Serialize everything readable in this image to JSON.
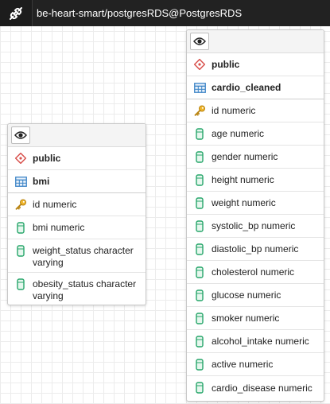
{
  "titlebar": {
    "title": "be-heart-smart/postgresRDS@PostgresRDS"
  },
  "left_table": {
    "schema": "public",
    "table": "bmi",
    "columns": [
      {
        "label": "id numeric",
        "key": true
      },
      {
        "label": "bmi numeric",
        "key": false
      },
      {
        "label": "weight_status character varying",
        "key": false
      },
      {
        "label": "obesity_status character varying",
        "key": false
      }
    ]
  },
  "right_table": {
    "schema": "public",
    "table": "cardio_cleaned",
    "columns": [
      {
        "label": "id numeric",
        "key": true
      },
      {
        "label": "age numeric",
        "key": false
      },
      {
        "label": "gender numeric",
        "key": false
      },
      {
        "label": "height numeric",
        "key": false
      },
      {
        "label": "weight numeric",
        "key": false
      },
      {
        "label": "systolic_bp numeric",
        "key": false
      },
      {
        "label": "diastolic_bp numeric",
        "key": false
      },
      {
        "label": "cholesterol numeric",
        "key": false
      },
      {
        "label": "glucose numeric",
        "key": false
      },
      {
        "label": "smoker numeric",
        "key": false
      },
      {
        "label": "alcohol_intake numeric",
        "key": false
      },
      {
        "label": "active numeric",
        "key": false
      },
      {
        "label": "cardio_disease numeric",
        "key": false
      }
    ]
  }
}
